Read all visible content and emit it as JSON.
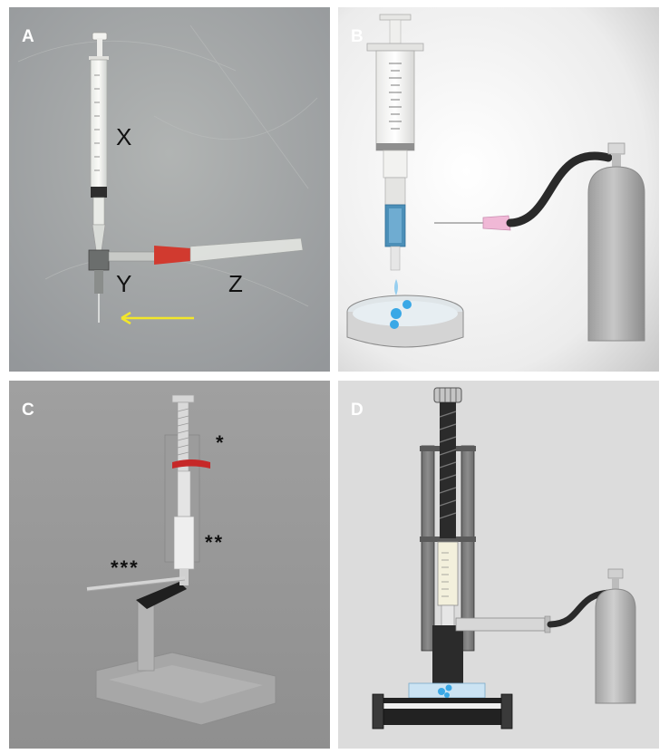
{
  "panels": [
    {
      "label": "A"
    },
    {
      "label": "B"
    },
    {
      "label": "C"
    },
    {
      "label": "D"
    }
  ],
  "panel_a_tags": {
    "x": "X",
    "y": "Y",
    "z": "Z"
  },
  "panel_c_tags": {
    "one_star": "*",
    "two_star": "**",
    "three_star": "***"
  },
  "colors": {
    "photo_bg": "#a4a7a6",
    "render_bg": "#9b9b9b",
    "schematic_bg": "#dcdcdc",
    "droplet_blue": "#3aa8e6",
    "hub_red": "#d03a2e",
    "arrow_yellow": "#f2e62a",
    "tubing_black": "#2a2a2a"
  }
}
